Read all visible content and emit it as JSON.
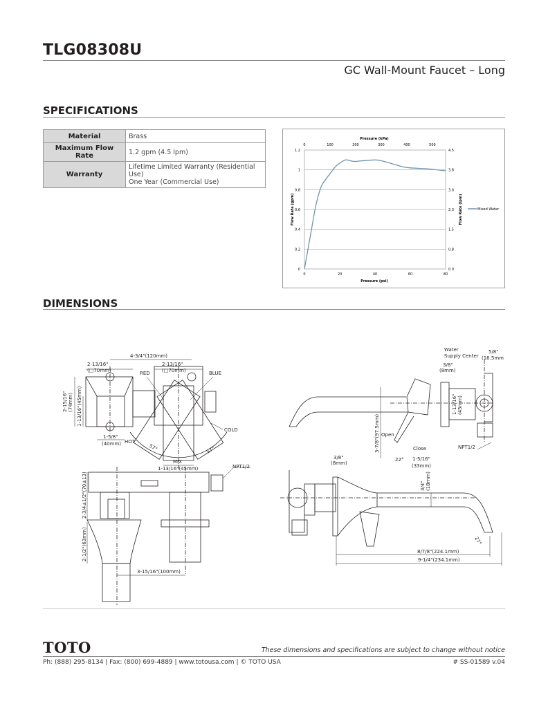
{
  "header": {
    "model": "TLG08308U",
    "product_name": "GC Wall-Mount Faucet – Long"
  },
  "specifications": {
    "heading": "SPECIFICATIONS",
    "rows": [
      {
        "label": "Material",
        "value": "Brass"
      },
      {
        "label": "Maximum Flow Rate",
        "value": "1.2 gpm (4.5 lpm)"
      },
      {
        "label": "Warranty",
        "value": "Lifetime Limited Warranty (Residential Use)",
        "value2": "One Year (Commercial Use)"
      }
    ]
  },
  "chart_data": {
    "type": "line",
    "title": "",
    "xlabel": "Pressure (psi)",
    "x2label": "Pressure (kPa)",
    "ylabel": "Flow Rate (gpm)",
    "y2label": "Flow Rate (lpm)",
    "xlim": [
      0,
      80
    ],
    "ylim": [
      0,
      1.2
    ],
    "x_ticks": [
      "0",
      "20",
      "40",
      "60",
      "80"
    ],
    "x2_ticks": [
      "0",
      "100",
      "200",
      "300",
      "400",
      "500"
    ],
    "y_ticks": [
      "0",
      "0.2",
      "0.4",
      "0.6",
      "0.8",
      "1",
      "1.2"
    ],
    "y2_ticks": [
      "0.0",
      "0.8",
      "1.5",
      "2.3",
      "3.0",
      "3.8",
      "4.5"
    ],
    "grid": true,
    "legend": "right",
    "series": [
      {
        "name": "Mixed Water",
        "color": "#6f93b0",
        "x": [
          0,
          2,
          4,
          6,
          8,
          10,
          14,
          18,
          22,
          24,
          28,
          32,
          40,
          44,
          50,
          56,
          60,
          70,
          80
        ],
        "y": [
          0,
          0.2,
          0.4,
          0.6,
          0.75,
          0.85,
          0.95,
          1.04,
          1.09,
          1.1,
          1.085,
          1.09,
          1.1,
          1.09,
          1.06,
          1.03,
          1.02,
          1.01,
          0.99
        ]
      }
    ]
  },
  "dimensions": {
    "heading": "DIMENSIONS",
    "labels": {
      "w_120": "4-3/4\"(120mm)",
      "w_70a": "2-13/16\"",
      "w_70a_mm": "(□70mm)",
      "w_70b": "2-13/16\"",
      "w_70b_mm": "(□70mm)",
      "red": "RED",
      "blue": "BLUE",
      "h_74": "2-15/16\"",
      "h_74_mm": "(74mm)",
      "h_45": "1-13/16\"(45mm)",
      "w_40": "1-5/8\"",
      "w_40_mm": "(40mm)",
      "hot": "HOT",
      "cold": "COLD",
      "angle_hot": "57°",
      "angle_cold": "57°",
      "mix": "MIX",
      "w_45": "1-13/16\"(45mm)",
      "npt_left": "NPT1/2",
      "h_70": "2-3/4±1/2\"(70±13)",
      "h_63": "2-1/2\"(63mm)",
      "w_100": "3-15/16\"(100mm)",
      "water_supply": "Water",
      "water_supply2": "Supply Center",
      "w_16": "5/8\"",
      "w_16_mm": "(16.5mm",
      "w_8a": "3/8\"",
      "w_8a_mm": "(8mm)",
      "h_45r": "1-13/16\"",
      "h_45r_mm": "(45mm)",
      "h_97": "3-7/8\"(97.5mm)",
      "open": "Open",
      "close": "Close",
      "angle_22": "22°",
      "w_33": "1-5/16\"",
      "w_33_mm": "(33mm)",
      "npt_right": "NPT1/2",
      "w_8b": "3/8\"",
      "w_8b_mm": "(8mm)",
      "h_18": "3/4\"",
      "h_18_mm": "(18mm)",
      "angle_27": "27°",
      "w_224": "8/7/8\"(224.1mm)",
      "w_234": "9-1/4\"(234.1mm)"
    }
  },
  "footer": {
    "logo": "TOTO",
    "disclaimer": "These dimensions and specifications are subject to change without notice",
    "contact": "Ph: (888) 295-8134 | Fax: (800) 699-4889 | www.totousa.com | © TOTO USA",
    "doc_number": "# SS-01589 v.04"
  }
}
